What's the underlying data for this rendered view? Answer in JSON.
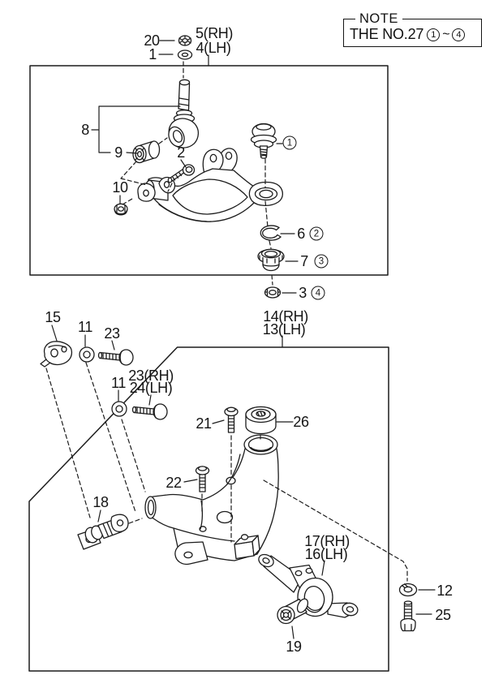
{
  "colors": {
    "line": "#1c1c1c",
    "background": "#ffffff",
    "text": "#151515"
  },
  "note": {
    "title": "NOTE",
    "body": "THE NO.27",
    "range_from": "1",
    "range_sep": "~",
    "range_to": "4"
  },
  "callouts": {
    "n20": "20",
    "n1_washer": "1",
    "n5_rh": "5(RH)",
    "n4_lh": "4(LH)",
    "n8": "8",
    "n9": "9",
    "n2": "2",
    "n10": "10",
    "b1": "1",
    "n6": "6",
    "b2": "2",
    "n7": "7",
    "b3": "3",
    "n3": "3",
    "b4": "4",
    "n14_rh": "14(RH)",
    "n13_lh": "13(LH)",
    "n15": "15",
    "n11_a": "11",
    "n23_a": "23",
    "n11_b": "11",
    "n23_rh": "23(RH)",
    "n24_lh": "24(LH)",
    "n21": "21",
    "n26": "26",
    "n22": "22",
    "n18": "18",
    "n17_rh": "17(RH)",
    "n16_lh": "16(LH)",
    "n19": "19",
    "n12": "12",
    "n25": "25"
  }
}
